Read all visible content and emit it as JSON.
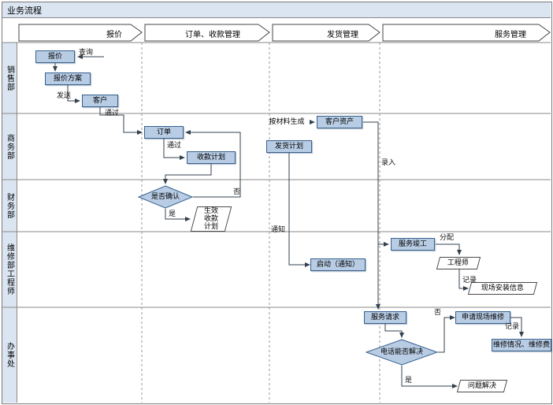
{
  "title": "业务流程",
  "phases": [
    "报价",
    "订单、收款管理",
    "发货管理",
    "服务管理"
  ],
  "lanes": [
    "销售部",
    "商务部",
    "财务部",
    "维修部工程师",
    "办事处"
  ],
  "nodes": {
    "quote": "报价",
    "quote_plan": "报价方案",
    "customer": "客户",
    "order": "订单",
    "payment_plan": "收款计划",
    "confirm": "是否确认",
    "effective_payment_plan": "生效收款计划",
    "by_material": "按材料生成",
    "customer_asset": "客户资产",
    "delivery_plan": "发货计划",
    "start_notify": "启动（通知）",
    "service_complete": "服务竣工",
    "engineer": "工程师",
    "site_install_info": "现场安装信息",
    "service_request": "服务请求",
    "apply_onsite_repair": "申请现场维修",
    "repair_info_fee": "维修情况、维修费",
    "phone_resolve": "电话能否解决",
    "problem_solved": "问题解决"
  },
  "edge_labels": {
    "query": "查询",
    "send": "发送",
    "pass1": "通过",
    "pass2": "通过",
    "no1": "否",
    "yes1": "是",
    "notify": "通知",
    "input": "录入",
    "assign": "分配",
    "record1": "记录",
    "no2": "否",
    "record2": "记录",
    "yes2": "是"
  },
  "colors": {
    "node_fill": "#b8cce4",
    "node_border": "#36608f",
    "lane_header_bg": "#dbe5f1",
    "line": "#33414f"
  }
}
